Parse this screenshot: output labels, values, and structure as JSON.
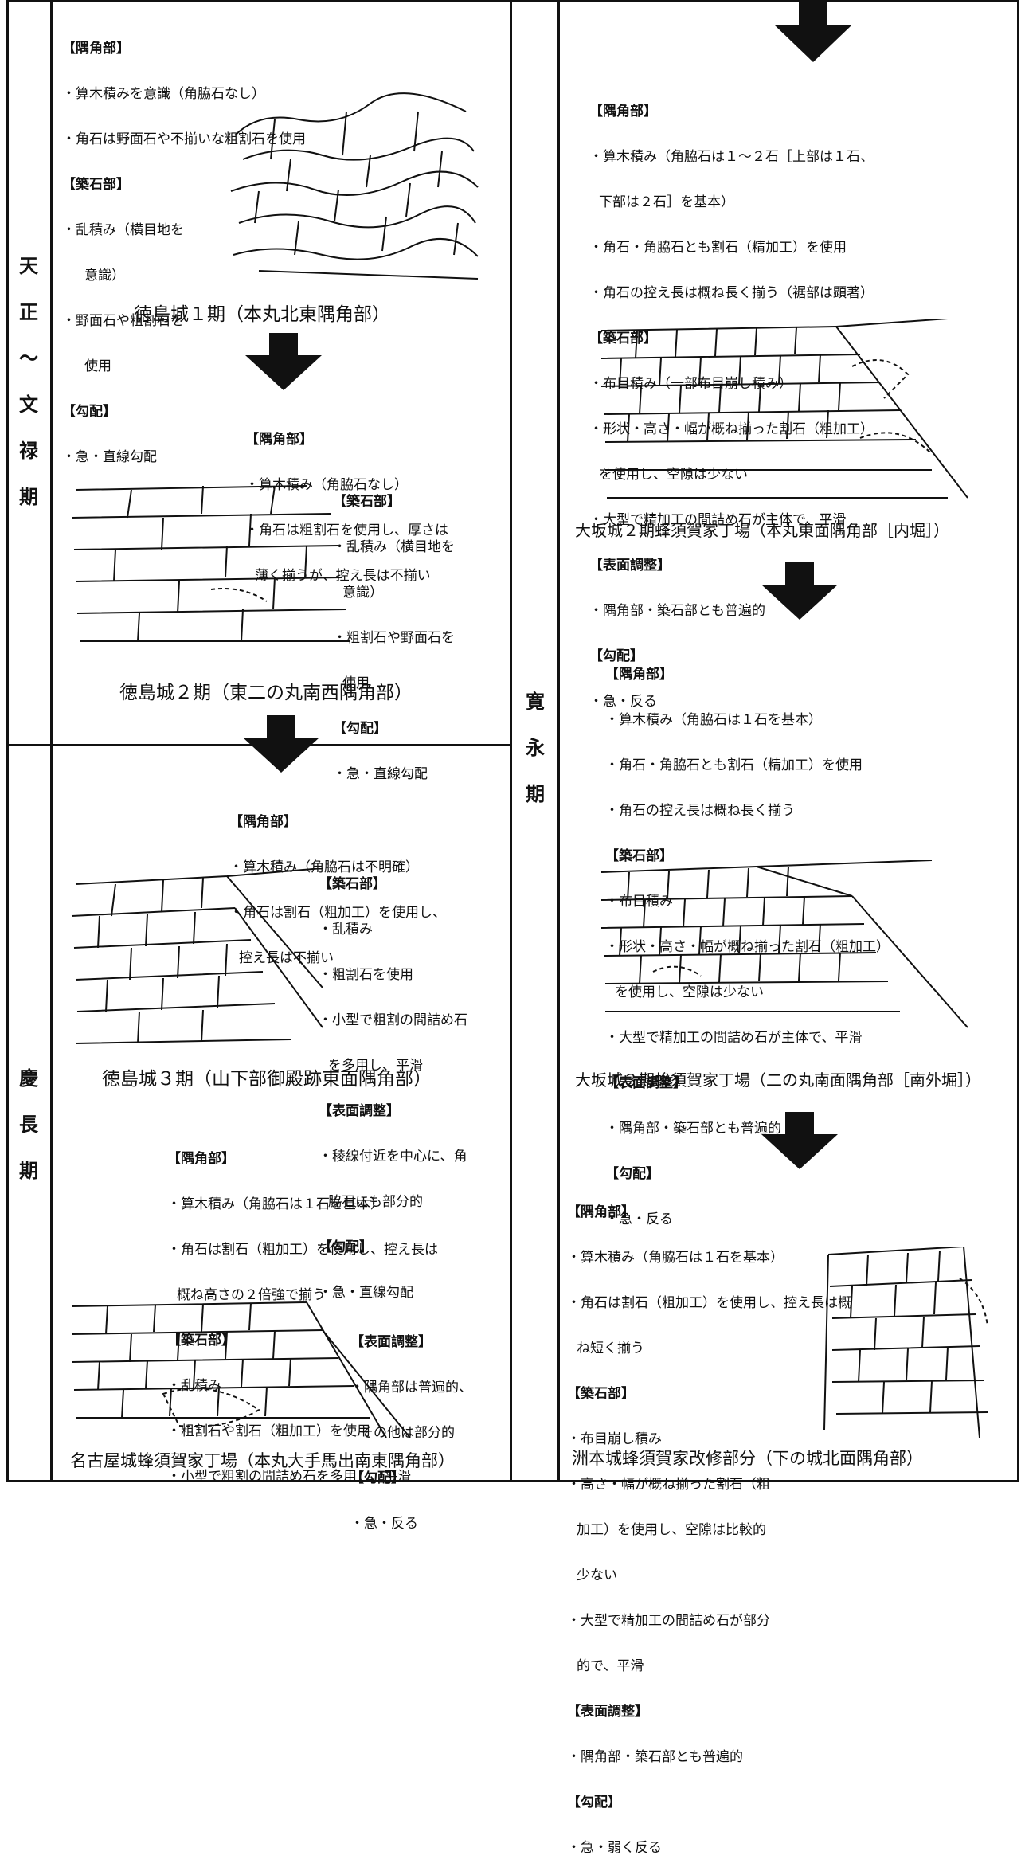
{
  "periods": {
    "tensho_bunroku": [
      "天",
      "正",
      "〜",
      "文",
      "禄",
      "期"
    ],
    "keicho": [
      "慶",
      "長",
      "期"
    ],
    "kanei": [
      "寛",
      "永",
      "期"
    ]
  },
  "panels": [
    {
      "id": "p1",
      "lines": [
        {
          "t": "【隅角部】",
          "k": "h"
        },
        {
          "t": "・算木積みを意識（角脇石なし）",
          "k": ""
        },
        {
          "t": "・角石は野面石や不揃いな粗割石を使用",
          "k": ""
        },
        {
          "t": "【築石部】",
          "k": "h"
        },
        {
          "t": "・乱積み（横目地を",
          "k": ""
        },
        {
          "t": "意識）",
          "k": "i2"
        },
        {
          "t": "・野面石や粗割石を",
          "k": ""
        },
        {
          "t": "使用",
          "k": "i2"
        },
        {
          "t": "【勾配】",
          "k": "h"
        },
        {
          "t": "・急・直線勾配",
          "k": ""
        }
      ],
      "caption": "徳島城１期（本丸北東隅角部）"
    },
    {
      "id": "p2",
      "lines": [
        {
          "t": "【隅角部】",
          "k": "h"
        },
        {
          "t": "・算木積み（角脇石なし）",
          "k": ""
        },
        {
          "t": "・角石は粗割石を使用し、厚さは",
          "k": ""
        },
        {
          "t": "薄く揃うが、控え長は不揃い",
          "k": "i"
        }
      ],
      "lines2": [
        {
          "t": "【築石部】",
          "k": "h"
        },
        {
          "t": "・乱積み（横目地を",
          "k": ""
        },
        {
          "t": "意識）",
          "k": "i"
        },
        {
          "t": "・粗割石や野面石を",
          "k": ""
        },
        {
          "t": "使用",
          "k": "i"
        },
        {
          "t": "【勾配】",
          "k": "h"
        },
        {
          "t": "・急・直線勾配",
          "k": ""
        }
      ],
      "caption": "徳島城２期（東二の丸南西隅角部）"
    },
    {
      "id": "p3",
      "lines": [
        {
          "t": "【隅角部】",
          "k": "h"
        },
        {
          "t": "・算木積み（角脇石は不明確）",
          "k": ""
        },
        {
          "t": "・角石は割石（粗加工）を使用し、",
          "k": ""
        },
        {
          "t": "控え長は不揃い",
          "k": "i"
        }
      ],
      "lines2": [
        {
          "t": "【築石部】",
          "k": "h"
        },
        {
          "t": "・乱積み",
          "k": ""
        },
        {
          "t": "・粗割石を使用",
          "k": ""
        },
        {
          "t": "・小型で粗割の間詰め石",
          "k": ""
        },
        {
          "t": "を多用し、平滑",
          "k": "i"
        },
        {
          "t": "【表面調整】",
          "k": "h"
        },
        {
          "t": "・稜線付近を中心に、角",
          "k": ""
        },
        {
          "t": "脇石にも部分的",
          "k": "i"
        },
        {
          "t": "【勾配】",
          "k": "h"
        },
        {
          "t": "・急・直線勾配",
          "k": ""
        }
      ],
      "caption": "徳島城３期（山下部御殿跡東面隅角部）"
    },
    {
      "id": "p4",
      "lines": [
        {
          "t": "【隅角部】",
          "k": "h"
        },
        {
          "t": "・算木積み（角脇石は１石を基本）",
          "k": ""
        },
        {
          "t": "・角石は割石（粗加工）を使用し、控え長は",
          "k": ""
        },
        {
          "t": "概ね高さの２倍強で揃う",
          "k": "i"
        },
        {
          "t": "【築石部】",
          "k": "h"
        },
        {
          "t": "・乱積み",
          "k": ""
        },
        {
          "t": "・粗割石や割石（粗加工）を使用",
          "k": ""
        },
        {
          "t": "・小型で粗割の間詰め石を多用し、平滑",
          "k": ""
        }
      ],
      "lines2": [
        {
          "t": "【表面調整】",
          "k": "h"
        },
        {
          "t": "・隅角部は普遍的、",
          "k": ""
        },
        {
          "t": "その他は部分的",
          "k": "i"
        },
        {
          "t": "【勾配】",
          "k": "h"
        },
        {
          "t": "・急・反る",
          "k": ""
        }
      ],
      "caption": "名古屋城蜂須賀家丁場（本丸大手馬出南東隅角部）"
    },
    {
      "id": "p5",
      "lines": [
        {
          "t": "【隅角部】",
          "k": "h"
        },
        {
          "t": "・算木積み（角脇石は１〜２石［上部は１石、",
          "k": ""
        },
        {
          "t": "下部は２石］を基本）",
          "k": "i"
        },
        {
          "t": "・角石・角脇石とも割石（精加工）を使用",
          "k": ""
        },
        {
          "t": "・角石の控え長は概ね長く揃う（裾部は顕著）",
          "k": ""
        },
        {
          "t": "【築石部】",
          "k": "h"
        },
        {
          "t": "・布目積み（一部布目崩し積み）",
          "k": ""
        },
        {
          "t": "・形状・高さ・幅が概ね揃った割石（粗加工）",
          "k": ""
        },
        {
          "t": "を使用し、空隙は少ない",
          "k": "i"
        },
        {
          "t": "・大型で精加工の間詰め石が主体で、平滑",
          "k": ""
        },
        {
          "t": "【表面調整】",
          "k": "h"
        },
        {
          "t": "・隅角部・築石部とも普遍的",
          "k": ""
        },
        {
          "t": "【勾配】",
          "k": "h"
        },
        {
          "t": "・急・反る",
          "k": ""
        }
      ],
      "caption": "大坂城２期蜂須賀家丁場（本丸東面隅角部［内堀］）"
    },
    {
      "id": "p6",
      "lines": [
        {
          "t": "【隅角部】",
          "k": "h"
        },
        {
          "t": "・算木積み（角脇石は１石を基本）",
          "k": ""
        },
        {
          "t": "・角石・角脇石とも割石（精加工）を使用",
          "k": ""
        },
        {
          "t": "・角石の控え長は概ね長く揃う",
          "k": ""
        },
        {
          "t": "【築石部】",
          "k": "h"
        },
        {
          "t": "・布目積み",
          "k": ""
        },
        {
          "t": "・形状・高さ・幅が概ね揃った割石（粗加工）",
          "k": ""
        },
        {
          "t": "を使用し、空隙は少ない",
          "k": "i"
        },
        {
          "t": "・大型で精加工の間詰め石が主体で、平滑",
          "k": ""
        },
        {
          "t": "【表面調整】",
          "k": "h"
        },
        {
          "t": "・隅角部・築石部とも普遍的",
          "k": ""
        },
        {
          "t": "【勾配】",
          "k": "h"
        },
        {
          "t": "・急・反る",
          "k": ""
        }
      ],
      "caption": "大坂城３期蜂須賀家丁場（二の丸南面隅角部［南外堀］）"
    },
    {
      "id": "p7",
      "lines": [
        {
          "t": "【隅角部】",
          "k": "h"
        },
        {
          "t": "・算木積み（角脇石は１石を基本）",
          "k": ""
        },
        {
          "t": "・角石は割石（粗加工）を使用し、控え長は概",
          "k": ""
        },
        {
          "t": "ね短く揃う",
          "k": "i"
        },
        {
          "t": "【築石部】",
          "k": "h"
        },
        {
          "t": "・布目崩し積み",
          "k": ""
        },
        {
          "t": "・高さ・幅が概ね揃った割石（粗",
          "k": ""
        },
        {
          "t": "加工）を使用し、空隙は比較的",
          "k": "i"
        },
        {
          "t": "少ない",
          "k": "i"
        },
        {
          "t": "・大型で精加工の間詰め石が部分",
          "k": ""
        },
        {
          "t": "的で、平滑",
          "k": "i"
        },
        {
          "t": "【表面調整】",
          "k": "h"
        },
        {
          "t": "・隅角部・築石部とも普遍的",
          "k": ""
        },
        {
          "t": "【勾配】",
          "k": "h"
        },
        {
          "t": "・急・弱く反る",
          "k": ""
        }
      ],
      "caption": "洲本城蜂須賀家改修部分（下の城北面隅角部）"
    }
  ]
}
